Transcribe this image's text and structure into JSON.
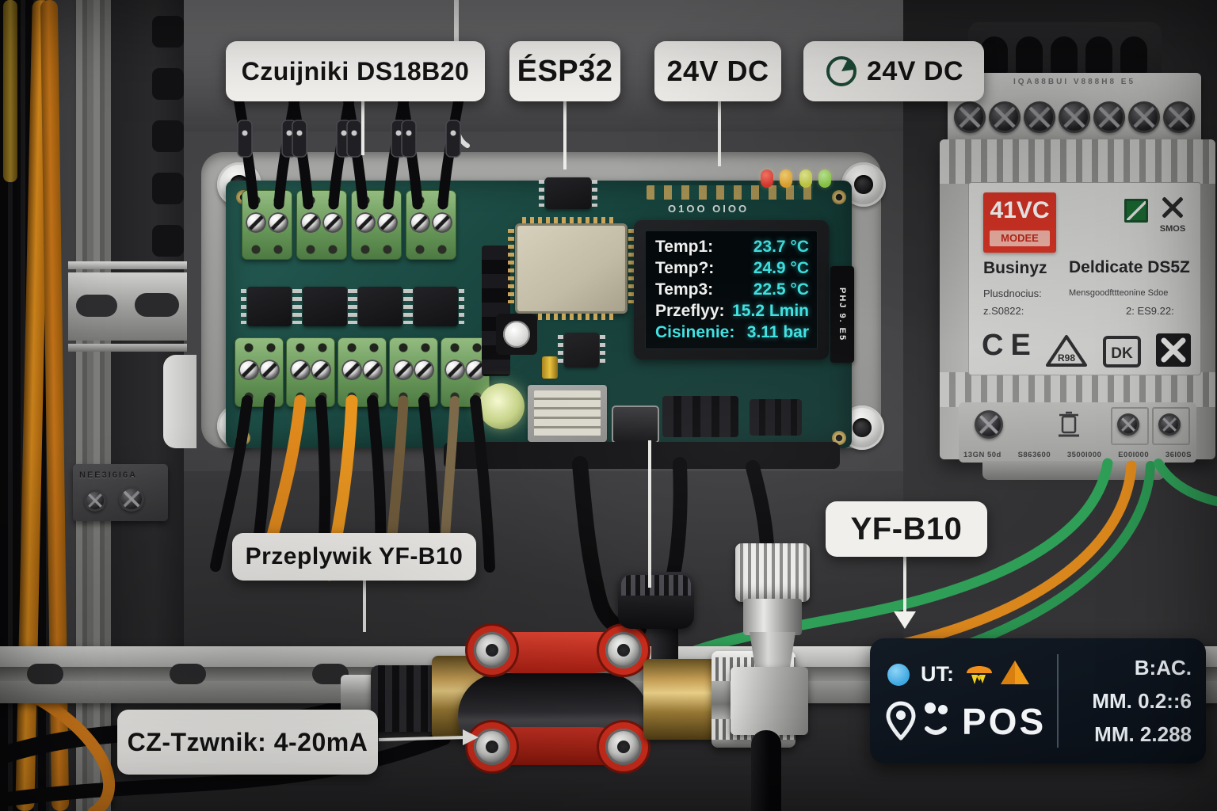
{
  "labels": {
    "sensors": "Czuijniki DS18B20",
    "esp": "ÉSP3́2",
    "power": "24V DC",
    "power2": "24V DC",
    "flow": "Przeplywik YF-B10",
    "flow_short": "YF-B10",
    "current": "CZ-Tzwnik: 4-20mA"
  },
  "display": {
    "rows": [
      {
        "name": "Temp1:",
        "value": "23.7 °C"
      },
      {
        "name": "Temp?:",
        "value": "24.9 °C"
      },
      {
        "name": "Temp3:",
        "value": "22.5 °C"
      },
      {
        "name": "Przeflyy:",
        "value": "15.2 Lmin"
      },
      {
        "name": "Cisinenie:",
        "value": "3.11 bar"
      }
    ]
  },
  "pcb": {
    "silkscreen": "O1OO  OIOO",
    "connector": "PHJ 9. E5"
  },
  "psu": {
    "voltage": "41VC",
    "voltage_sub": "MODEE",
    "brand": "Businyz",
    "model": "Deldicate DS5Z",
    "left_line1": "Plusdnocius:",
    "left_line2": "z.S0822:",
    "right_line1": "Mensgoodfttteonine Sdoe",
    "right_line2": "2: ES9.22:",
    "smos": "SMOS",
    "ce": "CE",
    "tri": "R98",
    "dk": "DK",
    "terminal_strip": "IQA88BUI V888H8 E5",
    "codes": [
      "13GN 50d",
      "S863600",
      "3500I000",
      "E00I000",
      "36I00S"
    ]
  },
  "info_box": {
    "ut": "UT:",
    "pos": "POS",
    "lines": [
      "B:AC.",
      "MM. 0.2::6",
      "MM. 2.288"
    ]
  },
  "stamp": "NEE3I6I6A",
  "colors": {
    "display_cyan": "#3fe2e2",
    "label_bg": "#f0efec",
    "psu_red": "#d63425",
    "wire_orange": "#e0891c",
    "wire_green": "#2f9e57",
    "info_blue": "#41a9e2"
  }
}
